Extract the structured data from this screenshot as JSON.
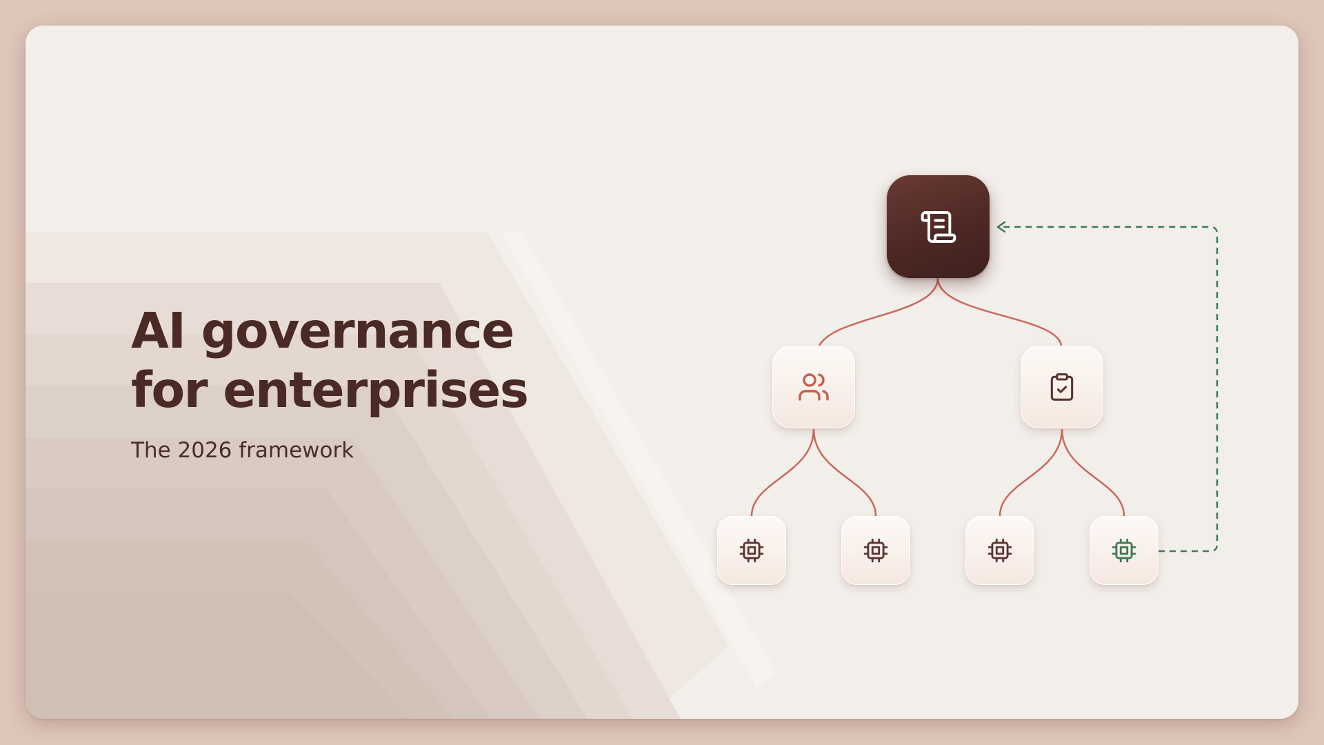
{
  "slide": {
    "title_line1": "AI governance",
    "title_line2": "for enterprises",
    "subtitle": "The 2026 framework"
  },
  "diagram": {
    "root_icon": "scroll-icon",
    "left_branch_icon": "users-icon",
    "right_branch_icon": "clipboard-check-icon",
    "leaf_icon": "cpu-chip-icon",
    "feedback_leaf_index": 4
  },
  "colors": {
    "background": "#dec6ba",
    "card": "#f3efeb",
    "title_text": "#4a2a25",
    "root_node": "#4b2723",
    "connector": "#c9685a",
    "accent_icon": "#c0604f",
    "dark_icon": "#5a3530",
    "feedback_line": "#3d7a55"
  }
}
